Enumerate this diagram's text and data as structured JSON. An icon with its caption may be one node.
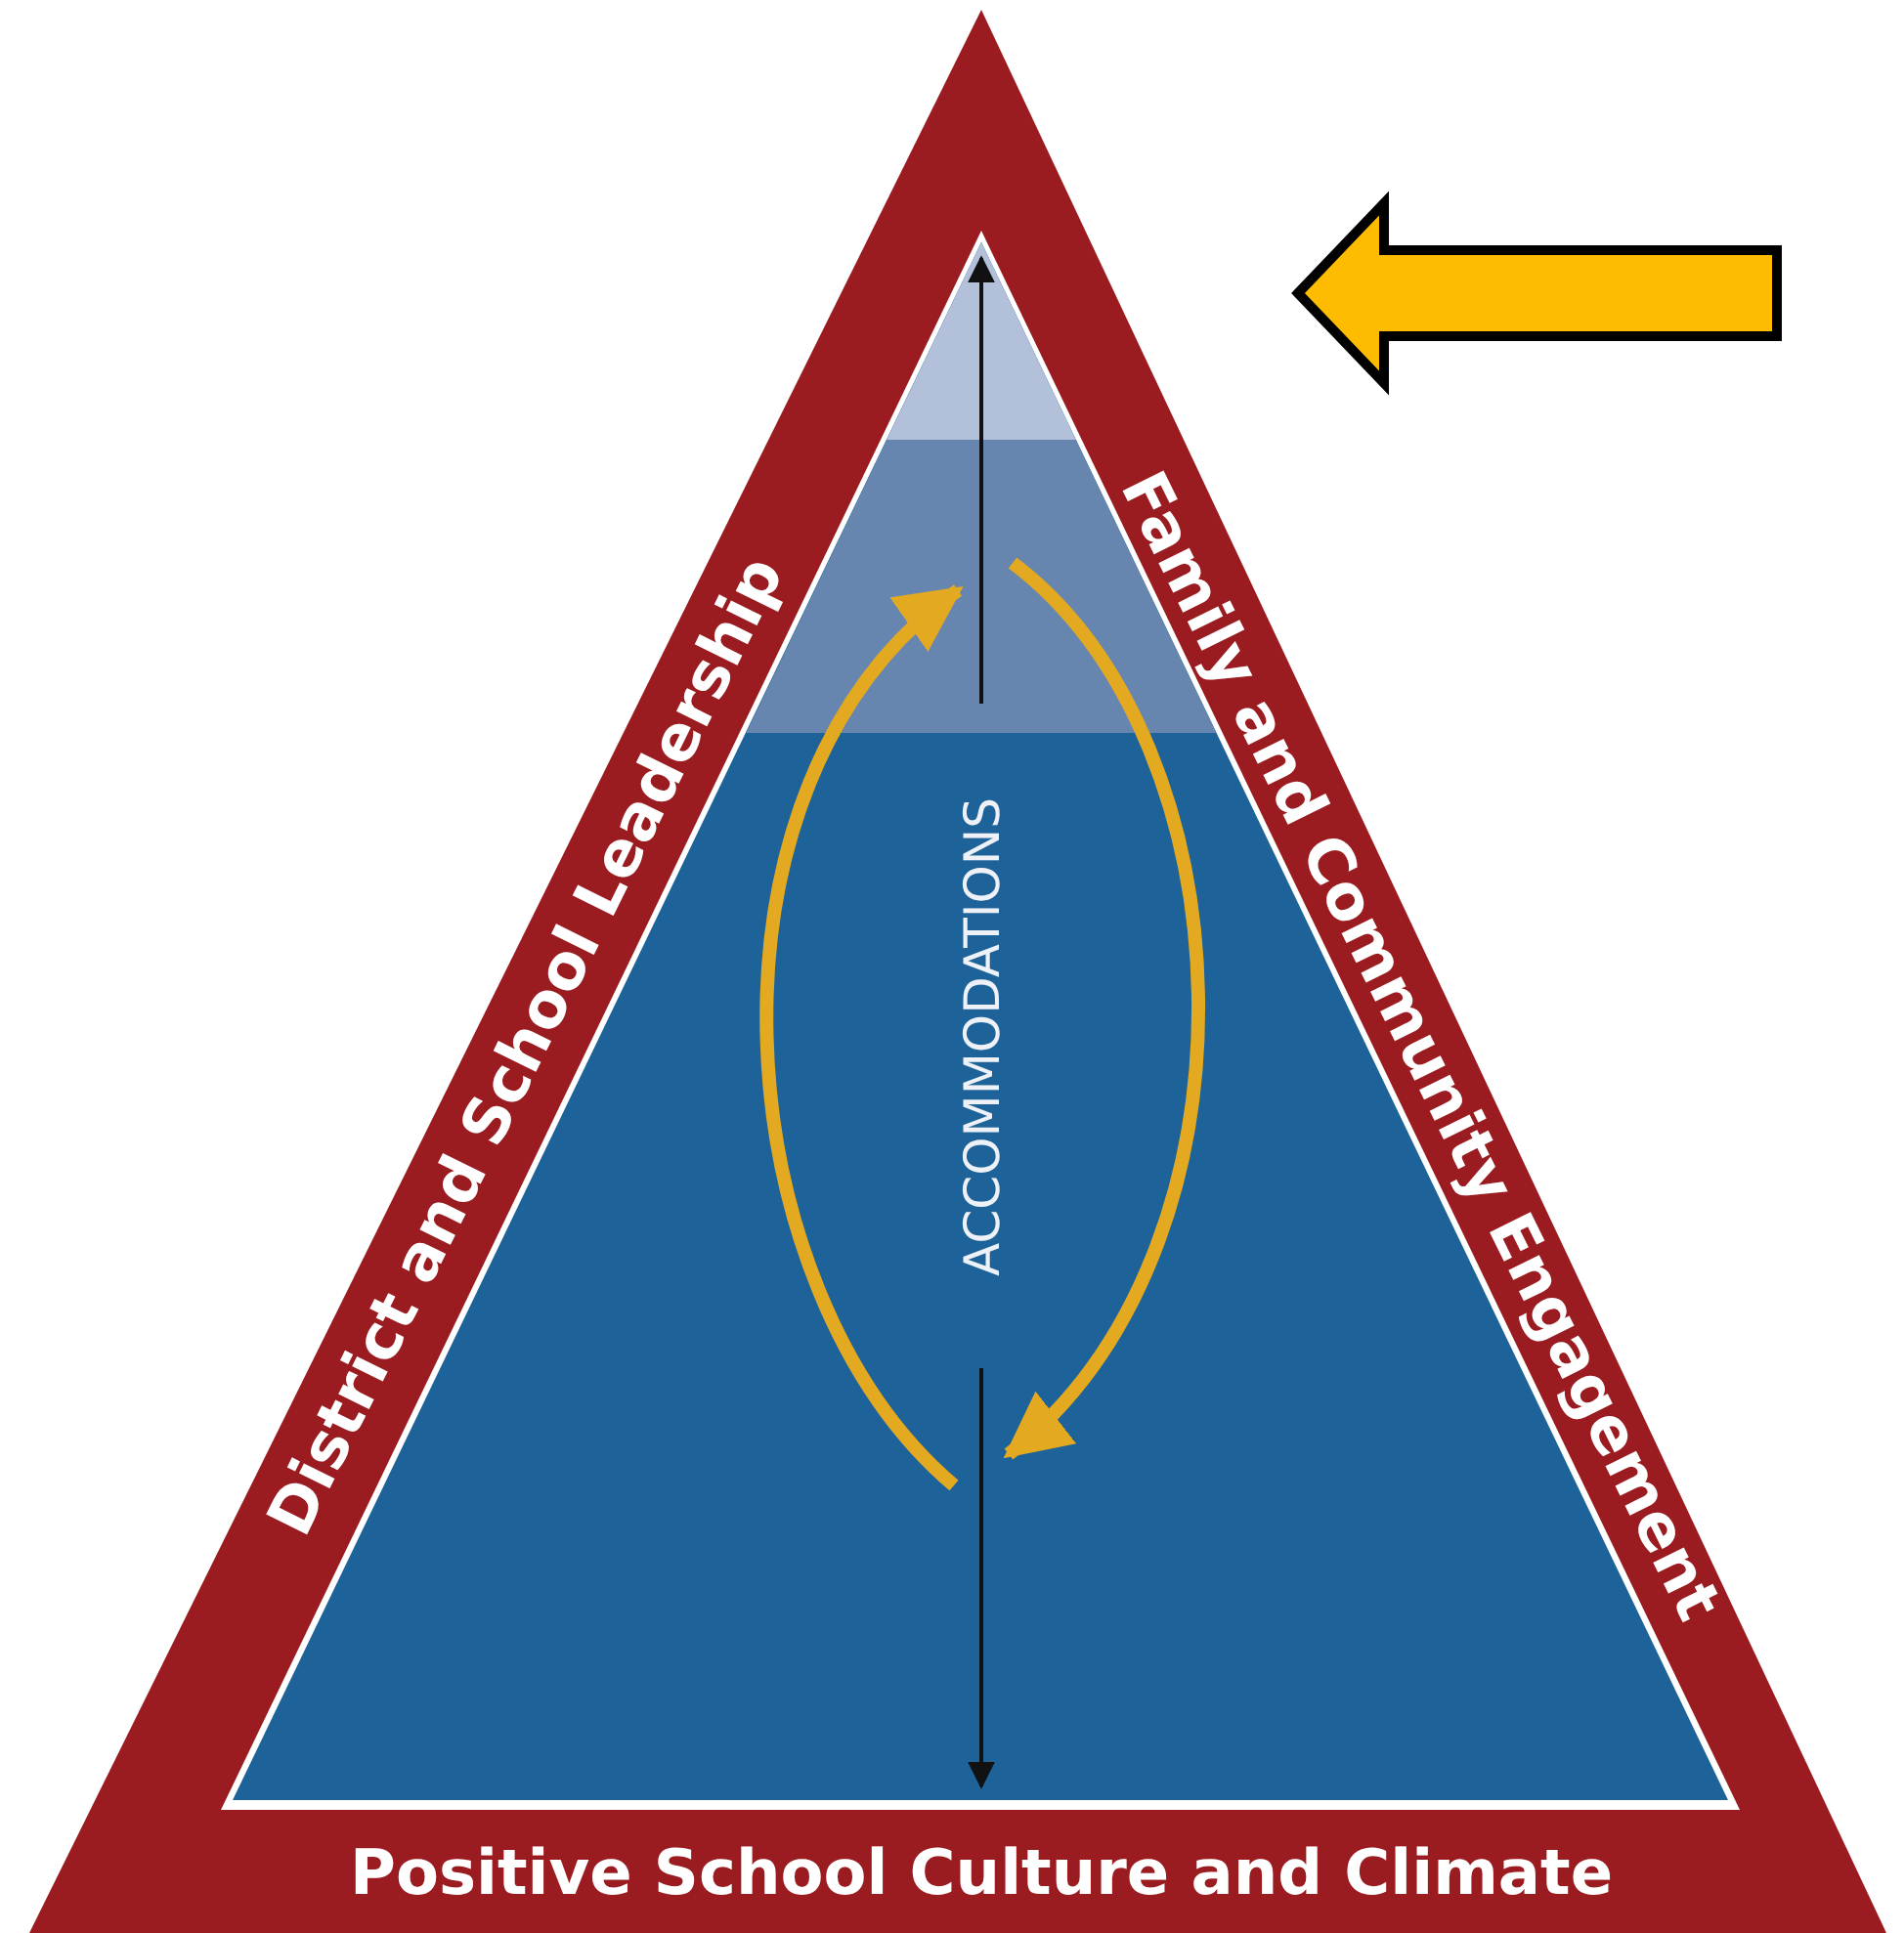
{
  "diagram": {
    "labels": [
      "District and School Leadership",
      "Family and Community Engagement",
      "ACCOMMODATIONS",
      "Positive School Culture and Climate"
    ]
  }
}
